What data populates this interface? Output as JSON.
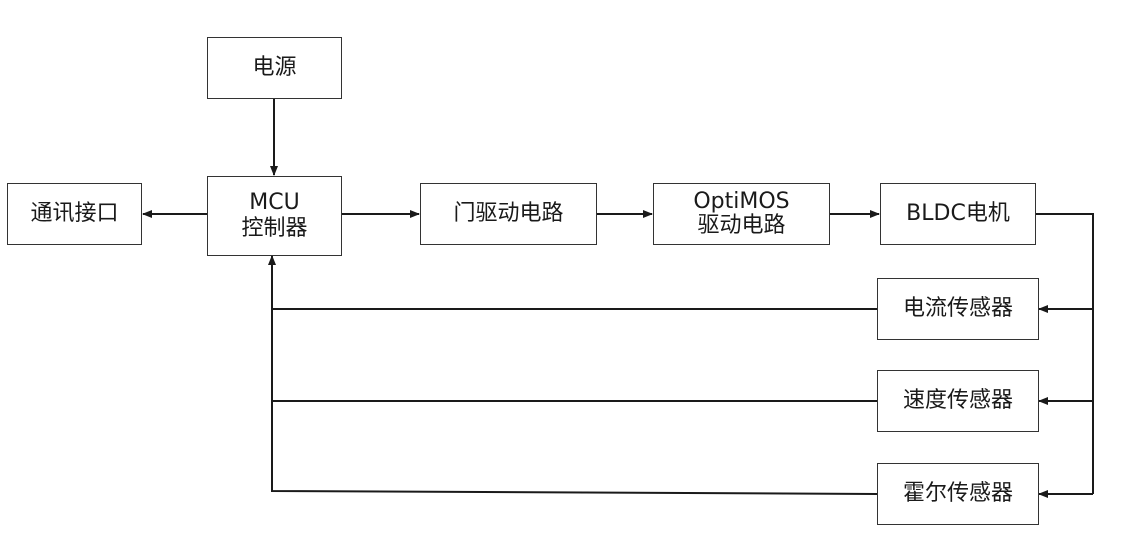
{
  "diagram": {
    "nodes": {
      "power": {
        "label": "电源"
      },
      "mcu": {
        "line1": "MCU",
        "line2": "控制器"
      },
      "comm": {
        "label": "通讯接口"
      },
      "gate_driver": {
        "label": "门驱动电路"
      },
      "optimos": {
        "line1": "OptiMOS",
        "line2": "驱动电路"
      },
      "motor": {
        "label": "BLDC电机"
      },
      "current_sensor": {
        "label": "电流传感器"
      },
      "speed_sensor": {
        "label": "速度传感器"
      },
      "hall_sensor": {
        "label": "霍尔传感器"
      }
    },
    "edges": [
      {
        "from": "power",
        "to": "mcu"
      },
      {
        "from": "mcu",
        "to": "comm"
      },
      {
        "from": "mcu",
        "to": "gate_driver"
      },
      {
        "from": "gate_driver",
        "to": "optimos"
      },
      {
        "from": "optimos",
        "to": "motor"
      },
      {
        "from": "motor",
        "to": "current_sensor"
      },
      {
        "from": "motor",
        "to": "speed_sensor"
      },
      {
        "from": "motor",
        "to": "hall_sensor"
      },
      {
        "from": "current_sensor",
        "to": "mcu"
      },
      {
        "from": "speed_sensor",
        "to": "mcu"
      },
      {
        "from": "hall_sensor",
        "to": "mcu"
      }
    ],
    "colors": {
      "line": "#1a1a1a",
      "border": "#333333",
      "text": "#1a1a1a"
    }
  }
}
